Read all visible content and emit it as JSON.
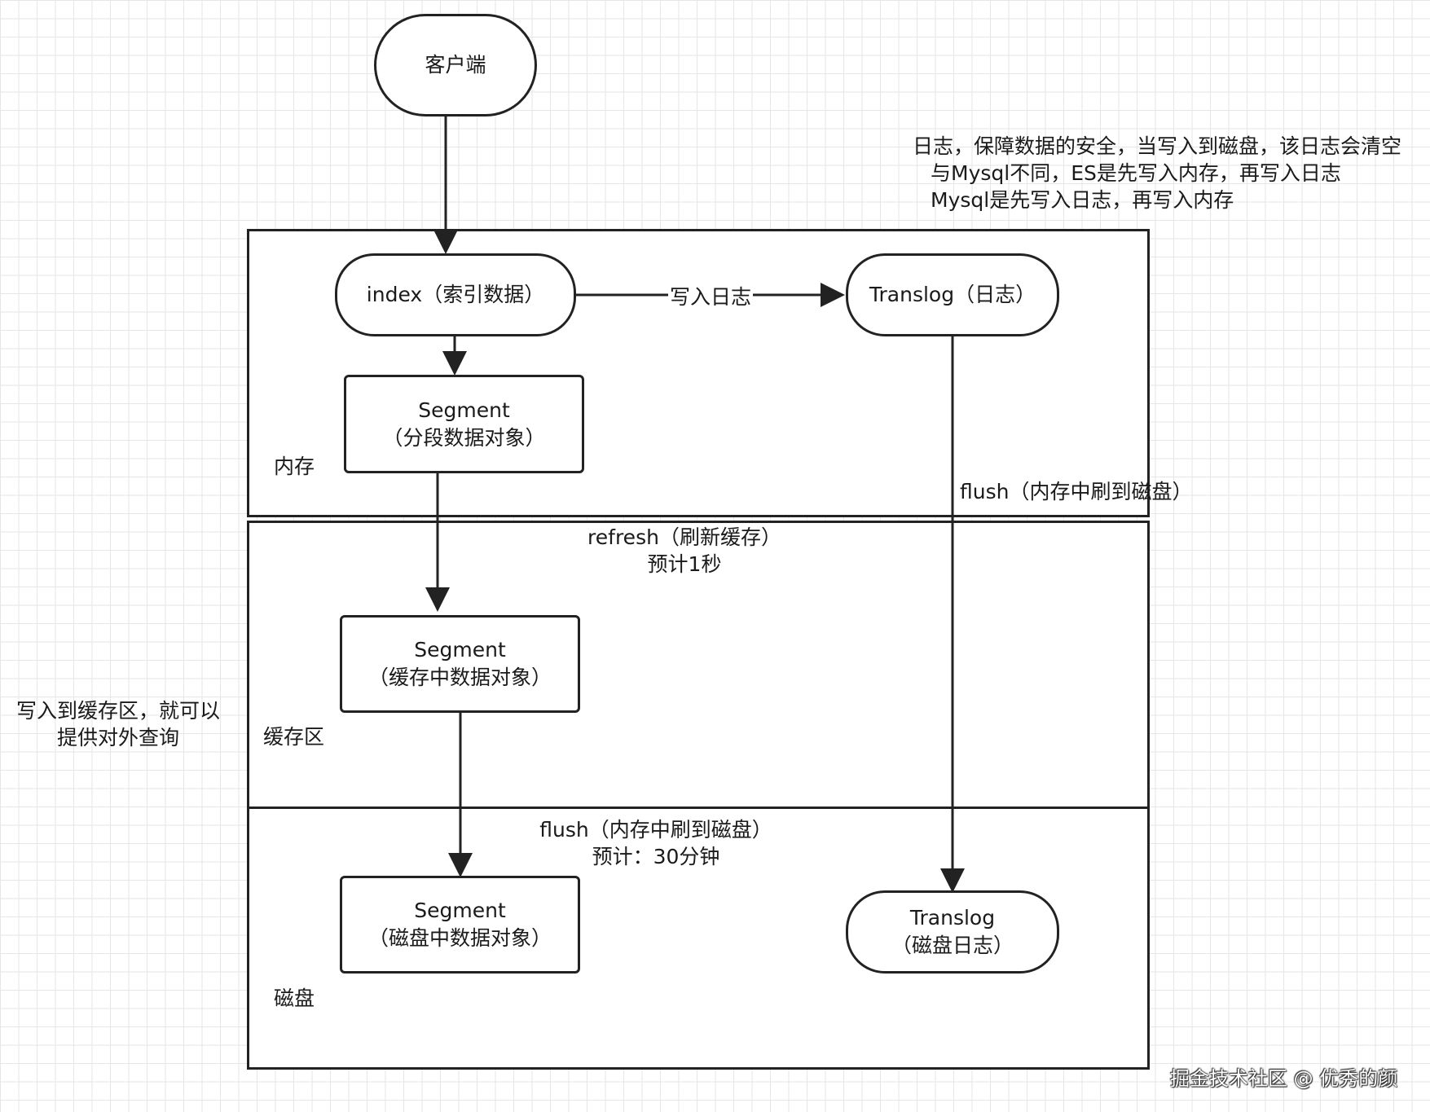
{
  "nodes": {
    "client": "客户端",
    "index": "index（索引数据）",
    "translog_mem": "Translog（日志）",
    "segment_mem": {
      "line1": "Segment",
      "line2": "（分段数据对象）"
    },
    "segment_cache": {
      "line1": "Segment",
      "line2": "（缓存中数据对象）"
    },
    "segment_disk": {
      "line1": "Segment",
      "line2": "（磁盘中数据对象）"
    },
    "translog_disk": {
      "line1": "Translog",
      "line2": "（磁盘日志）"
    }
  },
  "zones": {
    "memory": "内存",
    "cache": "缓存区",
    "disk": "磁盘"
  },
  "edges": {
    "write_log": "写入日志",
    "flush_translog": "flush（内存中刷到磁盘）",
    "refresh": {
      "line1": "refresh（刷新缓存）",
      "line2": "预计1秒"
    },
    "flush_segment": {
      "line1": "flush（内存中刷到磁盘）",
      "line2": "预计：30分钟"
    }
  },
  "notes": {
    "translog_note": {
      "line1": "日志，保障数据的安全，当写入到磁盘，该日志会清空",
      "line2": "与Mysql不同，ES是先写入内存，再写入日志",
      "line3": "Mysql是先写入日志，再写入内存"
    },
    "cache_note": {
      "line1": "写入到缓存区，就可以",
      "line2": "提供对外查询"
    }
  },
  "watermark": "掘金技术社区 @ 优秀的颜"
}
